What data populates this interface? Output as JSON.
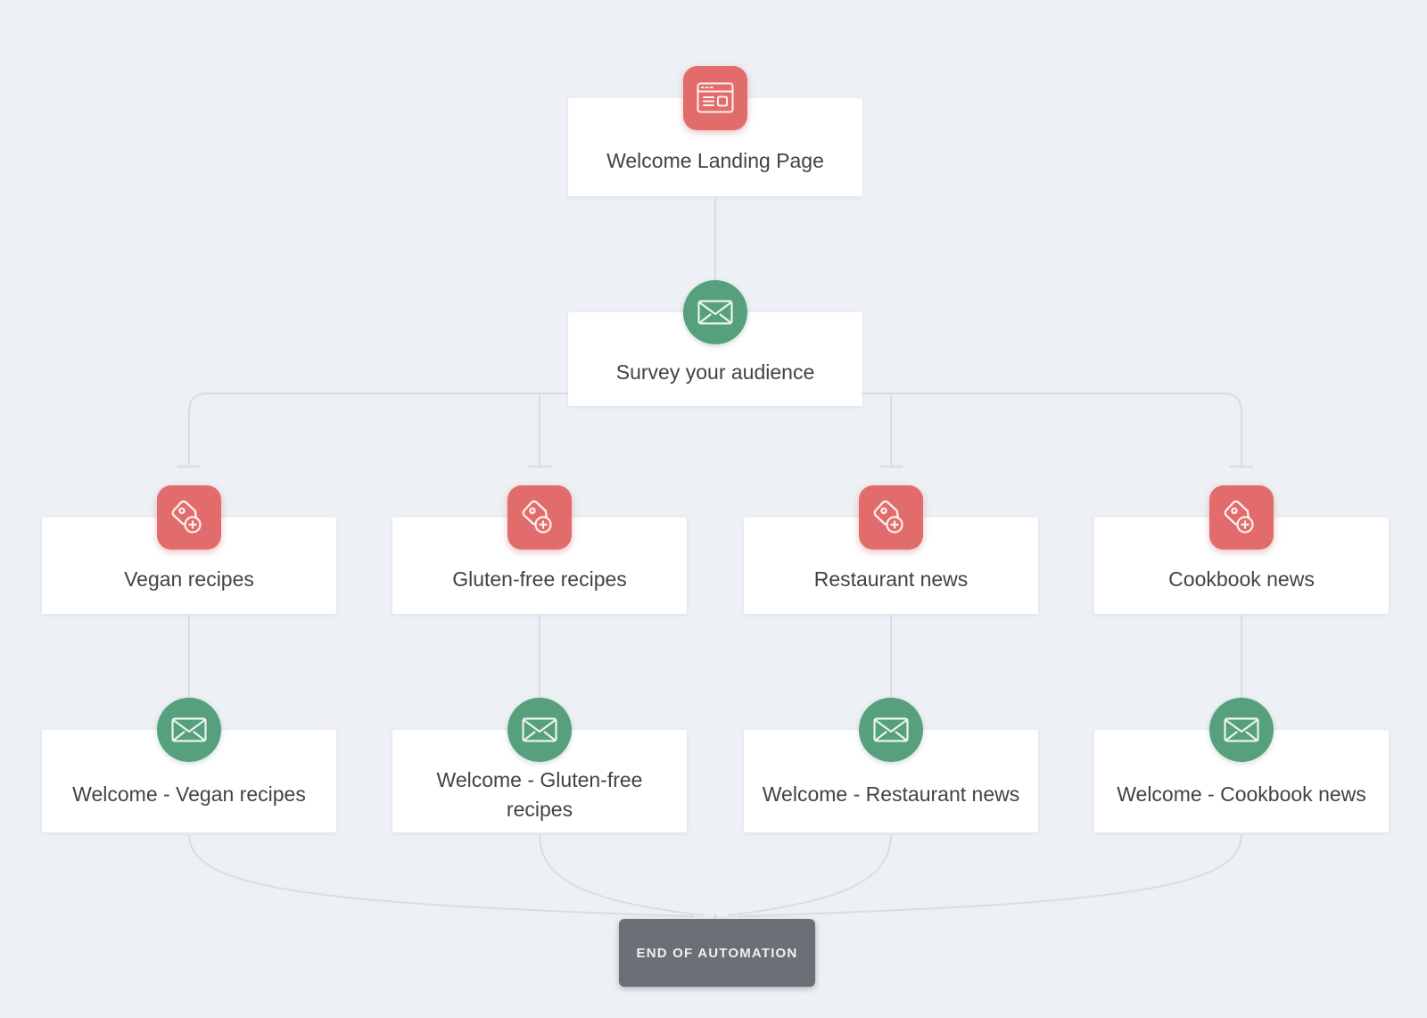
{
  "colors": {
    "background": "#edf0f4",
    "card": "#ffffff",
    "node_red": "#e26c6c",
    "node_green": "#56a07d",
    "connector": "#d9dee4",
    "end_button": "#6b7077",
    "card_text": "#3f4449",
    "end_button_text": "#eef0f2"
  },
  "nodes": {
    "landing": {
      "label": "Welcome Landing Page",
      "icon": "landing-page-icon"
    },
    "survey": {
      "label": "Survey your audience",
      "icon": "email-icon"
    },
    "branches": [
      {
        "label": "Vegan recipes",
        "icon": "tag-icon"
      },
      {
        "label": "Gluten-free recipes",
        "icon": "tag-icon"
      },
      {
        "label": "Restaurant news",
        "icon": "tag-icon"
      },
      {
        "label": "Cookbook news",
        "icon": "tag-icon"
      }
    ],
    "emails": [
      {
        "label": "Welcome - Vegan recipes",
        "icon": "email-icon"
      },
      {
        "label": "Welcome - Gluten-free recipes",
        "icon": "email-icon"
      },
      {
        "label": "Welcome - Restaurant news",
        "icon": "email-icon"
      },
      {
        "label": "Welcome - Cookbook news",
        "icon": "email-icon"
      }
    ]
  },
  "end_button": {
    "label": "END OF AUTOMATION"
  }
}
